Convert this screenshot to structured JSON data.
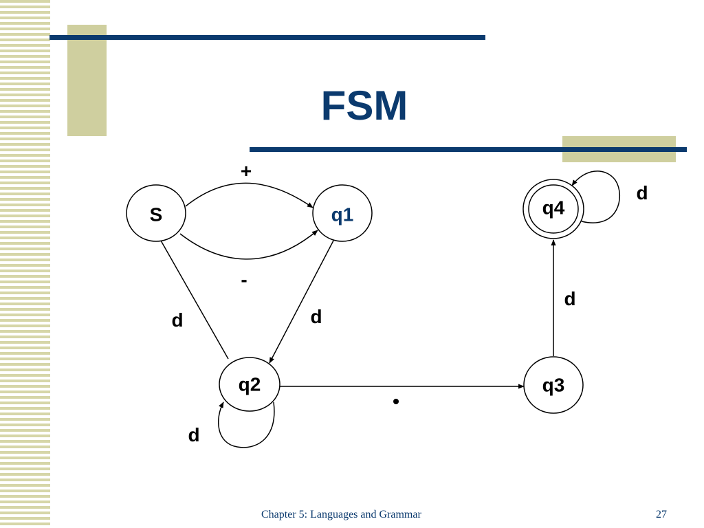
{
  "slide": {
    "title": "FSM",
    "footer": "Chapter 5: Languages and Grammar",
    "page_number": "27"
  },
  "diagram": {
    "states": [
      {
        "id": "S",
        "label": "S",
        "accepting": false
      },
      {
        "id": "q1",
        "label": "q1",
        "accepting": false
      },
      {
        "id": "q2",
        "label": "q2",
        "accepting": false
      },
      {
        "id": "q3",
        "label": "q3",
        "accepting": false
      },
      {
        "id": "q4",
        "label": "q4",
        "accepting": true
      }
    ],
    "transitions": [
      {
        "from": "S",
        "to": "q1",
        "label": "+"
      },
      {
        "from": "S",
        "to": "q1",
        "label": "-"
      },
      {
        "from": "S",
        "to": "q2",
        "label": "d"
      },
      {
        "from": "q1",
        "to": "q2",
        "label": "d"
      },
      {
        "from": "q2",
        "to": "q2",
        "label": "d"
      },
      {
        "from": "q2",
        "to": "q3",
        "label": "•"
      },
      {
        "from": "q3",
        "to": "q4",
        "label": "d"
      },
      {
        "from": "q4",
        "to": "q4",
        "label": "d"
      }
    ]
  },
  "colors": {
    "rule": "#0b3a6e",
    "accent": "#cfcf9f",
    "title": "#0b3a6e"
  }
}
